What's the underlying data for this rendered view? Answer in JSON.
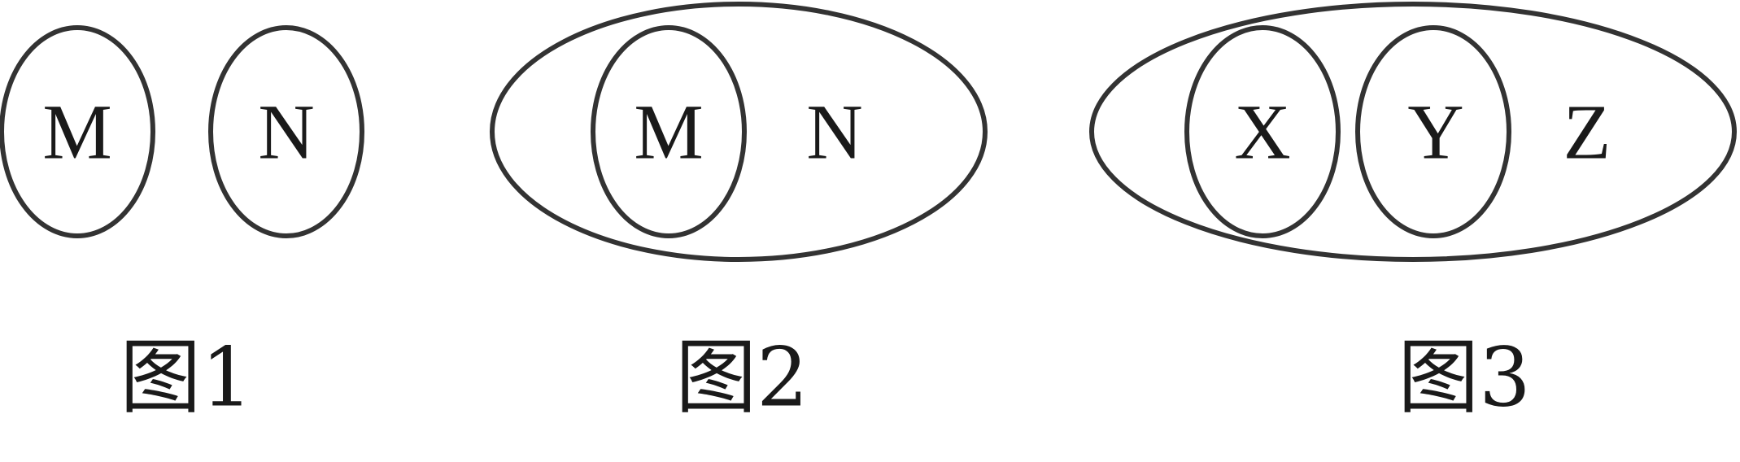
{
  "figure1": {
    "set_m": "M",
    "set_n": "N",
    "caption": "图1"
  },
  "figure2": {
    "set_m": "M",
    "set_n": "N",
    "caption": "图2"
  },
  "figure3": {
    "set_x": "X",
    "set_y": "Y",
    "set_z": "Z",
    "caption": "图3"
  },
  "colors": {
    "stroke": "#333333",
    "text": "#1a1a1a",
    "background": "#ffffff"
  }
}
